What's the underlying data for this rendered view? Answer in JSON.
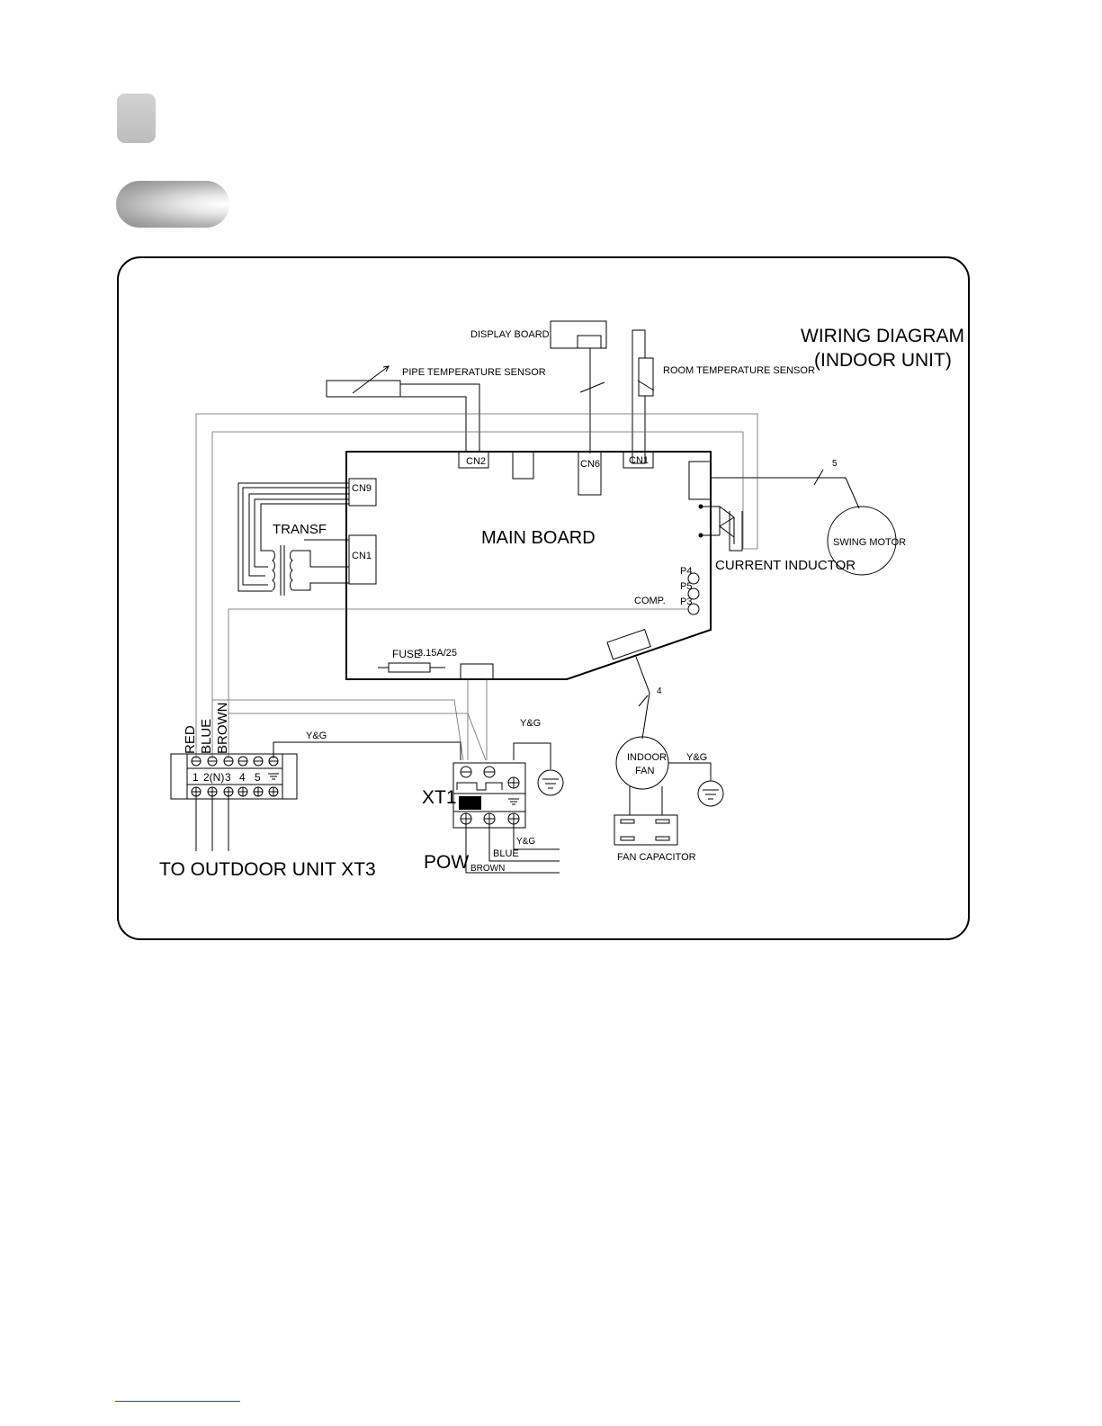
{
  "diagram": {
    "title_line1": "WIRING DIAGRAM",
    "title_line2": "(INDOOR UNIT)",
    "main_board": "MAIN BOARD",
    "display_board": "DISPLAY BOARD",
    "pipe_sensor": "PIPE TEMPERATURE SENSOR",
    "room_sensor": "ROOM TEMPERATURE SENSOR",
    "connectors": {
      "cn2": "CN2",
      "cn6": "CN6",
      "cn1_top": "CN1",
      "cn9": "CN9",
      "cn1_left": "CN1"
    },
    "transformer": "TRANSF",
    "current_inductor": "CURRENT INDUCTOR",
    "swing_motor": "SWING MOTOR",
    "swing_wire_count": "5",
    "fan_wire_count": "4",
    "p4": "P4",
    "p5": "P5",
    "p3": "P3",
    "comp": "COMP.",
    "fuse": "FUSE",
    "fuse_rating": "3.15A/25",
    "xt1": "XT1",
    "pow": "POW",
    "yg": "Y&G",
    "wire_red": "RED",
    "wire_blue": "BLUE",
    "wire_brown": "BROWN",
    "terminal_labels": [
      "1",
      "2(N)",
      "3",
      "4",
      "5"
    ],
    "to_outdoor": "TO OUTDOOR UNIT XT3",
    "indoor_fan_1": "INDOOR",
    "indoor_fan_2": "FAN",
    "fan_capacitor": "FAN CAPACITOR"
  }
}
